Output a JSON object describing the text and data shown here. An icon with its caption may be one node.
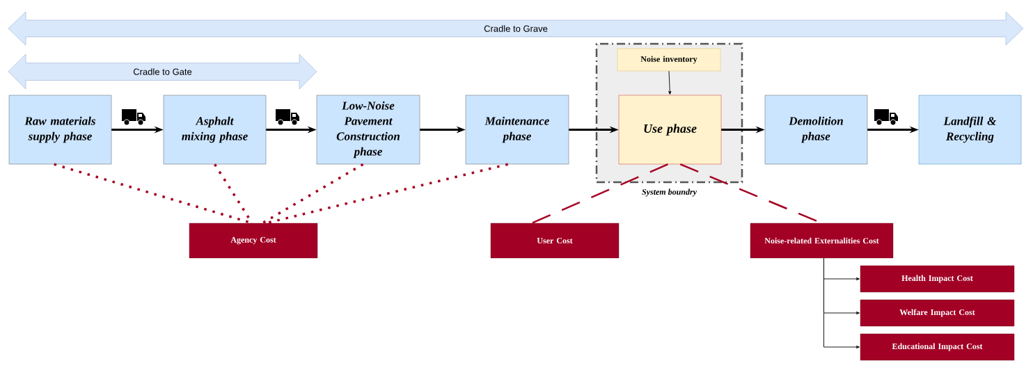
{
  "diagram": {
    "nodes": [
      {
        "text": [
          "Cradle to Grave"
        ]
      },
      {
        "text": [
          "Cradle to Gate"
        ]
      },
      {
        "text": [
          "Raw materials supply phase"
        ]
      },
      {
        "text": [
          "Asphalt mixing phase"
        ]
      },
      {
        "text": [
          "Low-Noise Pavement Construction phase"
        ]
      },
      {
        "text": [
          "Maintenance phase"
        ]
      },
      {
        "text": [
          "System boundry"
        ]
      },
      {
        "text": [
          "Noise inventory"
        ],
        "in": 6
      },
      {
        "text": [
          "Use phase"
        ],
        "in": 6
      },
      {
        "text": [
          "Demolition phase"
        ]
      },
      {
        "text": [
          "Landfill & Recycling"
        ]
      },
      {
        "text": [
          "Agency Cost"
        ]
      },
      {
        "text": [
          "User Cost"
        ]
      },
      {
        "text": [
          "Noise-related Externalities Cost"
        ]
      },
      {
        "text": [
          "Health Impact Cost"
        ]
      },
      {
        "text": [
          "Welfare Impact Cost"
        ]
      },
      {
        "text": [
          "Educational Impact Cost"
        ]
      }
    ],
    "edges": [
      {
        "from": 2,
        "to": 3,
        "arrow": "to"
      },
      {
        "from": 3,
        "to": 4,
        "arrow": "to"
      },
      {
        "from": 4,
        "to": 5,
        "arrow": "to"
      },
      {
        "from": 5,
        "to": 8,
        "arrow": "to"
      },
      {
        "from": 8,
        "to": 9,
        "arrow": "to"
      },
      {
        "from": 9,
        "to": 10,
        "arrow": "to"
      },
      {
        "from": 7,
        "to": 8,
        "arrow": "to"
      },
      {
        "from": 2,
        "to": 11,
        "arrow": "none",
        "style": "dashed",
        "color": "#a50021"
      },
      {
        "from": 3,
        "to": 11,
        "arrow": "none",
        "style": "dashed",
        "color": "#a50021"
      },
      {
        "from": 4,
        "to": 11,
        "arrow": "none",
        "style": "dashed",
        "color": "#a50021"
      },
      {
        "from": 5,
        "to": 11,
        "arrow": "none",
        "style": "dashed",
        "color": "#a50021"
      },
      {
        "from": 8,
        "to": 12,
        "arrow": "none",
        "style": "dashed",
        "color": "#a50021"
      },
      {
        "from": 8,
        "to": 13,
        "arrow": "none",
        "style": "dashed",
        "color": "#a50021"
      },
      {
        "from": 13,
        "to": 14,
        "arrow": "to"
      },
      {
        "from": 13,
        "to": 15,
        "arrow": "to"
      },
      {
        "from": 13,
        "to": 16,
        "arrow": "to"
      }
    ]
  }
}
